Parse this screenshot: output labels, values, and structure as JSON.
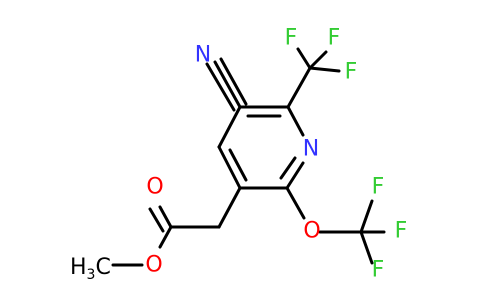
{
  "colors": {
    "bond": "#000000",
    "carbon": "#000000",
    "nitrogen": "#3333ff",
    "oxygen": "#ff0000",
    "fluorine": "#33cc33"
  },
  "atoms": {
    "nitrile_n": "N",
    "ring_n": "N",
    "cf3_f1": "F",
    "cf3_f2": "F",
    "cf3_f3": "F",
    "carbonyl_o": "O",
    "ester_o": "O",
    "ocf3_o": "O",
    "ocf3_f1": "F",
    "ocf3_f2": "F",
    "ocf3_f3": "F",
    "methyl_h": "H",
    "methyl_sub": "3",
    "methyl_c": "C"
  }
}
